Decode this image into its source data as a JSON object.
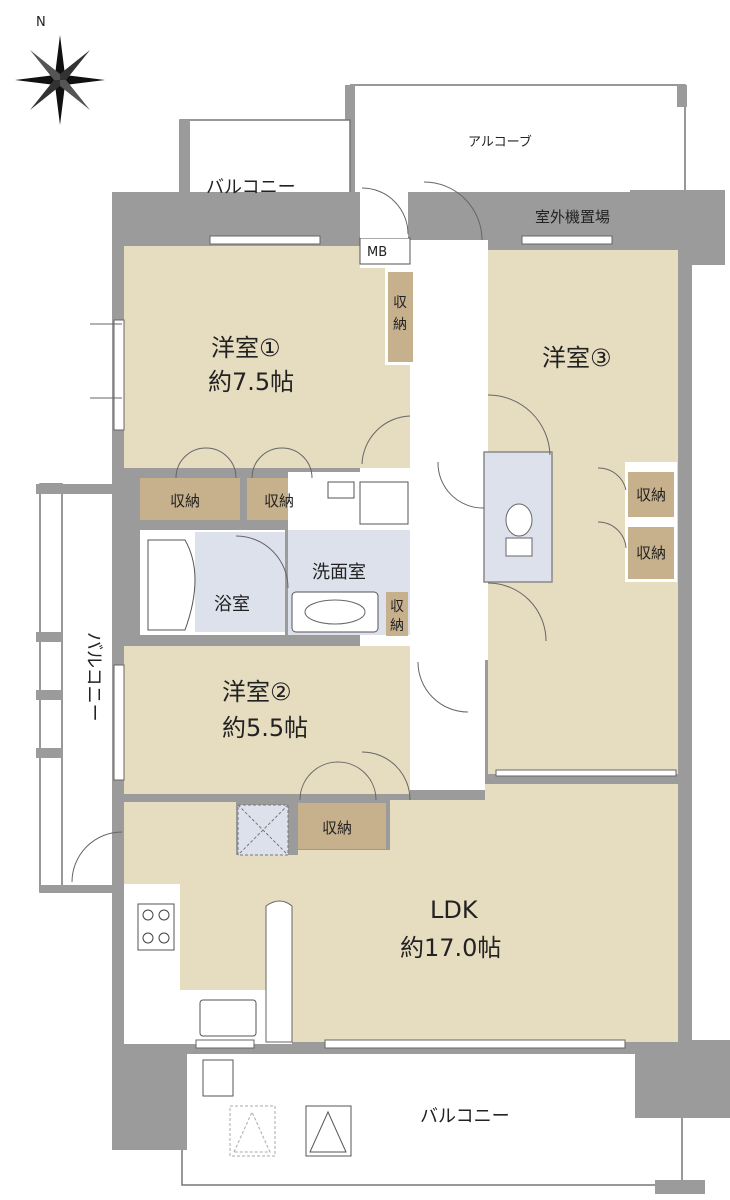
{
  "compass": {
    "north_label": "N"
  },
  "exterior": {
    "alcove": "アルコーブ",
    "ac_unit_area": "室外機置場",
    "mb": "MB",
    "balcony_top": "バルコニー",
    "balcony_left": "バルコニー",
    "balcony_bottom": "バルコニー"
  },
  "rooms": {
    "western1": {
      "name": "洋室①",
      "size": "約7.5帖"
    },
    "western2": {
      "name": "洋室②",
      "size": "約5.5帖"
    },
    "western3": {
      "name": "洋室③"
    },
    "ldk": {
      "name": "LDK",
      "size": "約17.0帖"
    },
    "bath": {
      "name": "浴室"
    },
    "washroom": {
      "name": "洗面室"
    }
  },
  "storage": {
    "label": "収納",
    "vertical_label_line1": "収",
    "vertical_label_line2": "納"
  },
  "colors": {
    "room_fill": "#e6dcc0",
    "storage_fill": "#c7b08c",
    "wet_fill": "#dde1ec",
    "wall": "#9b9b9b",
    "line": "#555555"
  }
}
